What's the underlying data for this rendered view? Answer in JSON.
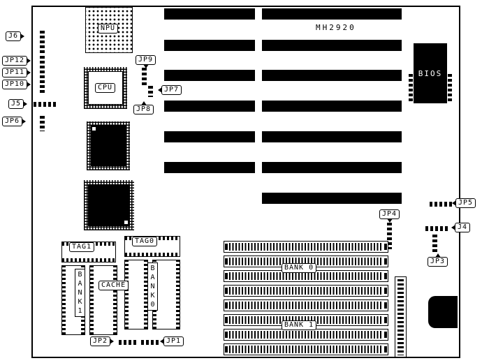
{
  "board": {
    "model": "MH2920"
  },
  "chips": {
    "npu": "NPU",
    "cpu": "CPU",
    "bios": "BIOS"
  },
  "cache_area": {
    "tag1": "TAG1",
    "tag0": "TAG0",
    "cache": "CACHE",
    "bank1": "BANK1",
    "bank0": "BANK0"
  },
  "memory": {
    "bank0": "BANK 0",
    "bank1": "BANK 1"
  },
  "jumpers": {
    "j6": "J6",
    "jp12": "JP12",
    "jp11": "JP11",
    "jp10": "JP10",
    "j5": "J5",
    "jp6": "JP6",
    "jp9": "JP9",
    "jp8": "JP8",
    "jp7": "JP7",
    "jp5": "JP5",
    "j4": "J4",
    "jp4": "JP4",
    "jp3": "JP3",
    "jp2": "JP2",
    "jp1": "JP1"
  },
  "colors": {
    "ink": "#000000",
    "background": "#ffffff"
  }
}
